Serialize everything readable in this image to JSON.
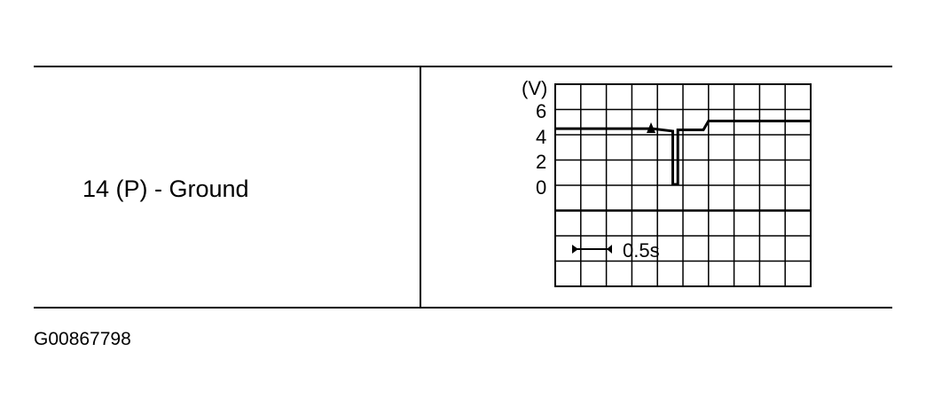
{
  "table": {
    "terminal": "14 (P) - Ground"
  },
  "figure_id": "G00867798",
  "scope": {
    "unit_label": "(V)",
    "y_ticks": [
      "6",
      "4",
      "2",
      "0"
    ],
    "time_division": "0.5s"
  },
  "chart_data": {
    "type": "line",
    "ylabel": "(V)",
    "y_ticks": [
      6,
      4,
      2,
      0
    ],
    "time_per_division": "0.5s",
    "grid": true,
    "series": [
      {
        "values_description_points": [
          [
            0.0,
            4.4
          ],
          [
            3.8,
            4.4
          ],
          [
            4.6,
            4.2
          ],
          [
            4.6,
            0.0
          ],
          [
            4.8,
            0.0
          ],
          [
            4.8,
            4.3
          ],
          [
            5.8,
            4.3
          ],
          [
            6.0,
            5.0
          ],
          [
            10.0,
            5.0
          ]
        ]
      }
    ]
  }
}
